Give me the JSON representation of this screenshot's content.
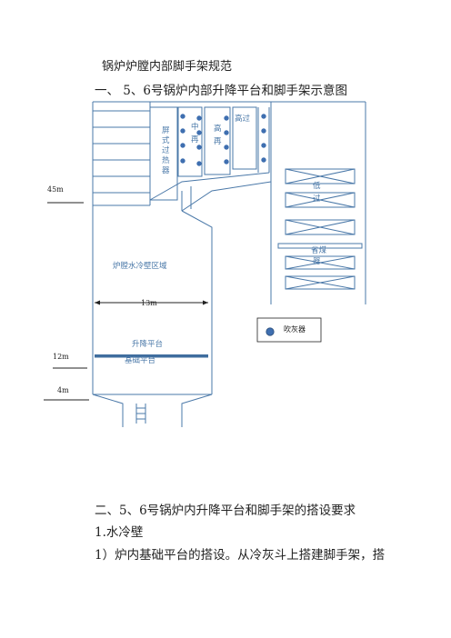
{
  "title": "锅炉炉膛内部脚手架规范",
  "section1": "一、 5、6号锅炉内部升降平台和脚手架示意图",
  "section2": "二、5、6号锅炉内升降平台和脚手架的搭设要求",
  "item1": "1.水冷壁",
  "para1": "1）炉内基础平台的搭设。从冷灰斗上搭建脚手架，搭",
  "diagram": {
    "colors": {
      "line": "#4a78a8",
      "platform": "#3f6d9e",
      "dot": "#3f6fb0"
    },
    "labels": {
      "pingshi": "屏式过热器",
      "zhongzai": "中再",
      "gaozai": "高再",
      "gaoguo": "高过",
      "diguo": "低过",
      "shengmeiqi": "省煤器",
      "water_wall": "炉膛水冷壁区域",
      "width": "13m",
      "lift_platform": "升降平台",
      "base_platform": "基础平台",
      "blower_legend": "吹灰器"
    },
    "elevations": [
      "45m",
      "12m",
      "4m"
    ]
  }
}
